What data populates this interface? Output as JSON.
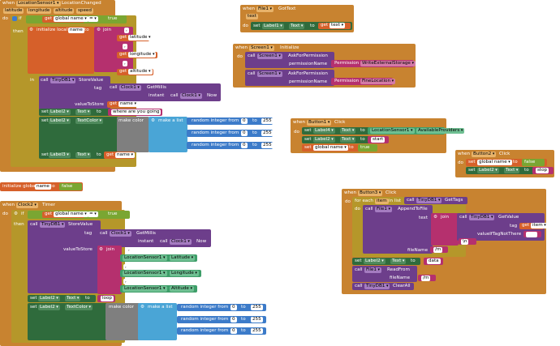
{
  "block1": {
    "when": "when",
    "component": "LocationSensor1",
    "event": "LocationChanged",
    "params": [
      "latitude",
      "longitude",
      "altitude",
      "speed"
    ],
    "do": "do",
    "if": "if",
    "get": "get",
    "var": "global name",
    "eq": "=",
    "true_val": "true",
    "then": "then",
    "init_local": "initialize local",
    "name": "name",
    "to": "to",
    "join": "join",
    "comma": ",",
    "latitude": "latitude",
    "longitude": "longitude",
    "altitude": "altitude",
    "in": "in",
    "call": "call",
    "tinydb": "TinyDB1",
    "storevalue": "StoreValue",
    "tag": "tag",
    "clock": "Clock1",
    "getmillis": "GetMillis",
    "instant": "instant",
    "now": "Now",
    "valuetostore": "valueToStore",
    "name_var": "name",
    "set": "set",
    "label2": "Label2",
    "text_prop": "Text",
    "where": "where are you going",
    "textcolor": "TextColor",
    "make_color": "make color",
    "make_list": "make a list",
    "random": "random integer from",
    "n0": "0",
    "n255": "255",
    "label3": "Label3"
  },
  "block_files": {
    "when": "when",
    "component": "File1",
    "event": "GotText",
    "param": "text",
    "do": "do",
    "set": "set",
    "label": "Label1",
    "prop": "Text",
    "to": "to",
    "get": "get",
    "var": "text"
  },
  "block_screen": {
    "when": "when",
    "component": "Screen1",
    "event": "Initialize",
    "do": "do",
    "call": "call",
    "screen": "Screen1",
    "method": "AskForPermission",
    "param": "permissionName",
    "permission": "Permission",
    "perm1": "WriteExternalStorage",
    "perm2": "FineLocation"
  },
  "block_btn1": {
    "when": "when",
    "component": "Button1",
    "event": "Click",
    "do": "do",
    "set": "set",
    "label4": "Label4",
    "text_prop": "Text",
    "to": "to",
    "sensor": "LocationSensor1",
    "providers": "AvailableProviders",
    "label2": "Label2",
    "start": "start",
    "var": "global name",
    "true_val": "true"
  },
  "block_btn2": {
    "when": "when",
    "component": "Button2",
    "event": "Click",
    "do": "do",
    "set": "set",
    "var": "global name",
    "to": "to",
    "false_val": "false",
    "label2": "Label2",
    "text_prop": "Text",
    "stop": "stop"
  },
  "block_init": {
    "label": "initialize global",
    "name": "name",
    "to": "to",
    "false_val": "false"
  },
  "block_clock": {
    "when": "when",
    "component": "Clock2",
    "event": "Timer",
    "do": "do",
    "if": "if",
    "get": "get",
    "var": "global name",
    "eq": "=",
    "true_val": "true",
    "then": "then",
    "call": "call",
    "tinydb": "TinyDB1",
    "storevalue": "StoreValue",
    "tag": "tag",
    "clock": "Clock1",
    "getmillis": "GetMillis",
    "instant": "instant",
    "now": "Now",
    "valuetostore": "valueToStore",
    "join": "join",
    "comma": ",",
    "sensor": "LocationSensor1",
    "lat": "Latitude",
    "lon": "Longitude",
    "alt": "Altitude",
    "set": "set",
    "label2": "Label2",
    "text_prop": "Text",
    "to": "to",
    "loop": "loop",
    "textcolor": "TextColor",
    "make_color": "make color",
    "make_list": "make a list",
    "random": "random integer from",
    "n0": "0",
    "n255": "255"
  },
  "block_btn3": {
    "when": "when",
    "component": "Button3",
    "event": "Click",
    "do": "do",
    "foreach": "for each",
    "item": "item",
    "inlist": "in list",
    "call": "call",
    "tinydb": "TinyDB1",
    "gettags": "GetTags",
    "file": "File1",
    "append": "AppendToFile",
    "text": "text",
    "join": "join",
    "getvalue": "GetValue",
    "tag": "tag",
    "get": "get",
    "item_var": "item",
    "ifnot": "valueIfTagNotThere",
    "nl": "\\n",
    "filename": "fileName",
    "path": "/m",
    "set": "set",
    "label2": "Label2",
    "text_prop": "Text",
    "to": "to",
    "data": "data",
    "readfrom": "ReadFrom",
    "clearall": "ClearAll"
  }
}
